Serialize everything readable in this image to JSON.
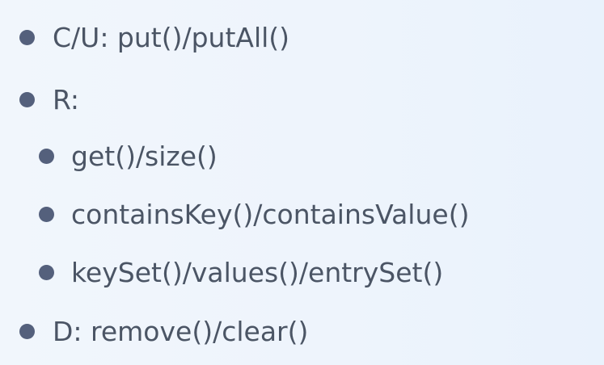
{
  "items": [
    {
      "level": 1,
      "text": "C/U: put()/putAll()"
    },
    {
      "level": 1,
      "text": "R:"
    },
    {
      "level": 2,
      "text": "get()/size()"
    },
    {
      "level": 2,
      "text": "containsKey()/containsValue()"
    },
    {
      "level": 2,
      "text": "keySet()/values()/entrySet()"
    },
    {
      "level": 1,
      "text": "D: remove()/clear()"
    }
  ],
  "colors": {
    "background": "#eef4fc",
    "bullet": "#54607c",
    "text": "#4b5565"
  }
}
